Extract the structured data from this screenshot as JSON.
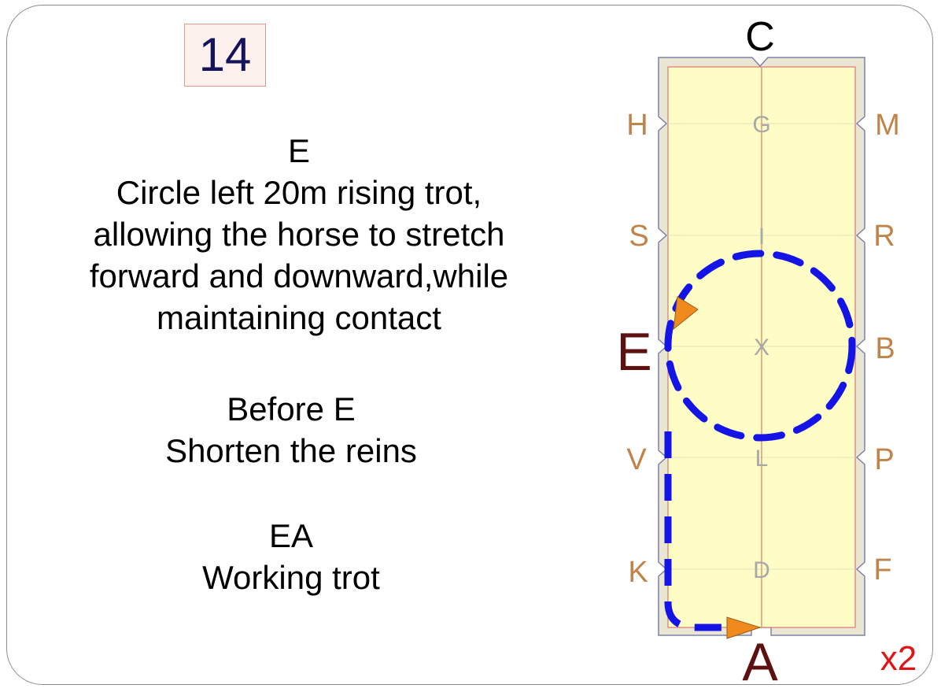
{
  "step": {
    "number": "14"
  },
  "instructions": {
    "movement_1": {
      "marker": "E",
      "lines": [
        "Circle left 20m rising trot,",
        "allowing the horse to stretch",
        "forward and downward,while",
        "maintaining contact"
      ]
    },
    "movement_2": {
      "marker": "Before E",
      "text": "Shorten the reins"
    },
    "movement_3": {
      "marker": "EA",
      "text": "Working trot"
    }
  },
  "arena": {
    "top_letter": "C",
    "bottom_letter": "A",
    "left_letters": [
      "H",
      "S",
      "E",
      "V",
      "K"
    ],
    "right_letters": [
      "M",
      "R",
      "B",
      "P",
      "F"
    ],
    "centerline_letters": [
      "G",
      "I",
      "X",
      "L",
      "D"
    ],
    "repeat_label": "x2",
    "colors": {
      "sand": "#fffdc6",
      "border_fill": "#ebe5d3",
      "inner_line": "#d97a6d",
      "side_letter": "#c0844a",
      "highlight_letter": "#5c1010",
      "center_letter": "#a8a8a8",
      "path": "#1414e6",
      "arrow": "#f08a1c",
      "repeat": "#e01414"
    }
  }
}
